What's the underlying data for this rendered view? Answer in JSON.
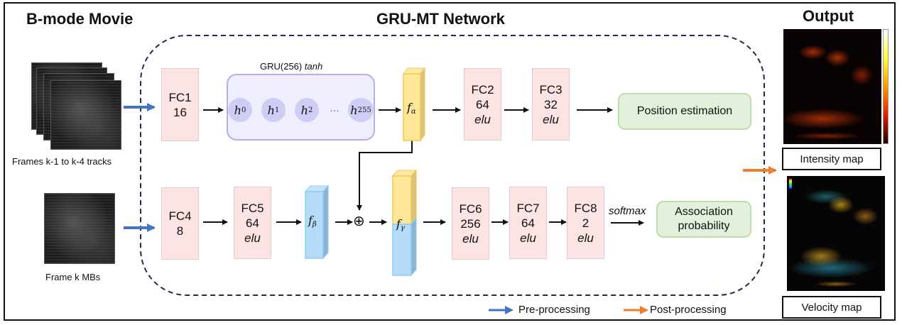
{
  "titles": {
    "input": "B-mode Movie",
    "network": "GRU-MT Network",
    "output": "Output"
  },
  "inputs": {
    "tracks_caption": "Frames k-1 to k-4 tracks",
    "mbs_caption": "Frame k MBs"
  },
  "top_branch": {
    "fc1": {
      "name": "FC1",
      "units": "16"
    },
    "gru": {
      "label": "GRU(256)",
      "activation": "tanh",
      "nodes": [
        {
          "base": "h",
          "sub": "0"
        },
        {
          "base": "h",
          "sub": "1"
        },
        {
          "base": "h",
          "sub": "2"
        },
        {
          "base": "h",
          "sub": "255"
        }
      ],
      "ellipsis": "…"
    },
    "f_alpha": {
      "base": "f",
      "sub": "α"
    },
    "fc2": {
      "name": "FC2",
      "units": "64",
      "activation": "elu"
    },
    "fc3": {
      "name": "FC3",
      "units": "32",
      "activation": "elu"
    },
    "output": "Position estimation"
  },
  "bottom_branch": {
    "fc4": {
      "name": "FC4",
      "units": "8"
    },
    "fc5": {
      "name": "FC5",
      "units": "64",
      "activation": "elu"
    },
    "f_beta": {
      "base": "f",
      "sub": "β"
    },
    "concat_symbol": "⊕",
    "f_gamma": {
      "base": "f",
      "sub": "γ"
    },
    "fc6": {
      "name": "FC6",
      "units": "256",
      "activation": "elu"
    },
    "fc7": {
      "name": "FC7",
      "units": "64",
      "activation": "elu"
    },
    "fc8": {
      "name": "FC8",
      "units": "2",
      "activation": "elu"
    },
    "softmax_label": "softmax",
    "output_line1": "Association",
    "output_line2": "probability"
  },
  "outputs": {
    "intensity_label": "Intensity map",
    "velocity_label": "Velocity map"
  },
  "legend": {
    "pre": "Pre-processing",
    "post": "Post-processing"
  },
  "colors": {
    "pre_arrow": "#4472c4",
    "post_arrow": "#ed7d31",
    "fc_fill": "#fce4e4",
    "gru_fill": "#eeeeff",
    "output_fill": "#e3f1dc",
    "f_alpha_fill": "#ffe699",
    "f_beta_fill": "#b4dcf8",
    "network_border": "#1f2d4d"
  }
}
